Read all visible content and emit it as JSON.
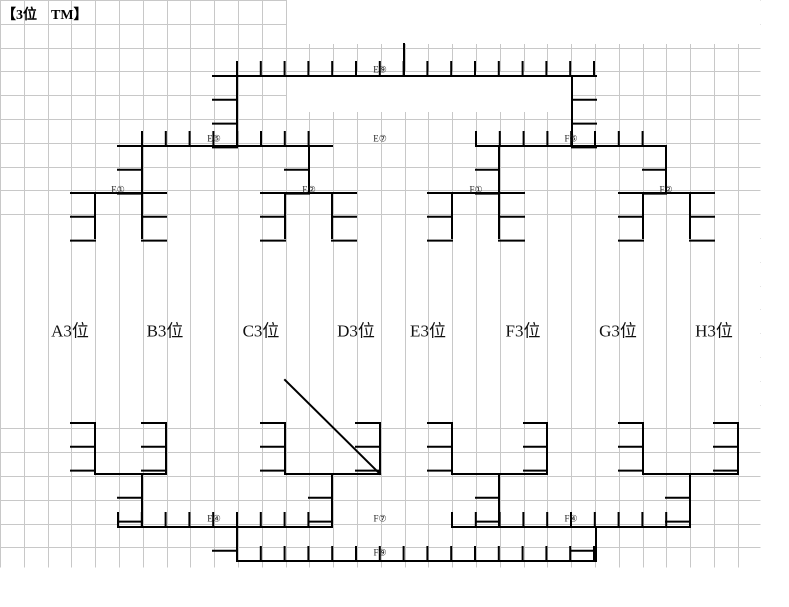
{
  "title": "【3位　TM】",
  "teams": [
    "A3位",
    "B3位",
    "C3位",
    "D3位",
    "E3位",
    "F3位",
    "G3位",
    "H3位"
  ],
  "top_bracket": {
    "round1": [
      "E①",
      "E②",
      "F①",
      "F②"
    ],
    "round2": [
      "E⑤",
      "F⑤"
    ],
    "center": "E⑦",
    "final": "E⑨"
  },
  "bottom_bracket": {
    "round2": [
      "E④",
      "F④"
    ],
    "center": "F⑦",
    "final": "F⑨"
  }
}
